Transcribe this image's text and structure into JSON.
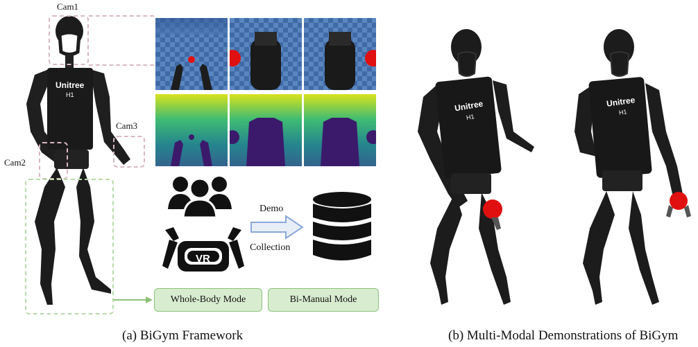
{
  "labels": {
    "cam1": "Cam1",
    "cam2": "Cam2",
    "cam3": "Cam3",
    "robot_brand": "Unitree",
    "robot_model": "H1",
    "vr_text": "VR",
    "demo": "Demo",
    "collection": "Collection"
  },
  "modes": {
    "whole_body": "Whole-Body Mode",
    "bi_manual": "Bi-Manual Mode"
  },
  "captions": {
    "left": "(a) BiGym Framework",
    "right": "(b) Multi-Modal Demonstrations of BiGym"
  },
  "colors": {
    "cam_box": "#d9b8c4",
    "body_box": "#b9dcaa",
    "mode_fill": "#d8ecd0",
    "mode_border": "#8cc27a",
    "arrow_blue": "#8aa8d8",
    "robot_dark": "#1e1e1e",
    "red_ball": "#e01010"
  }
}
